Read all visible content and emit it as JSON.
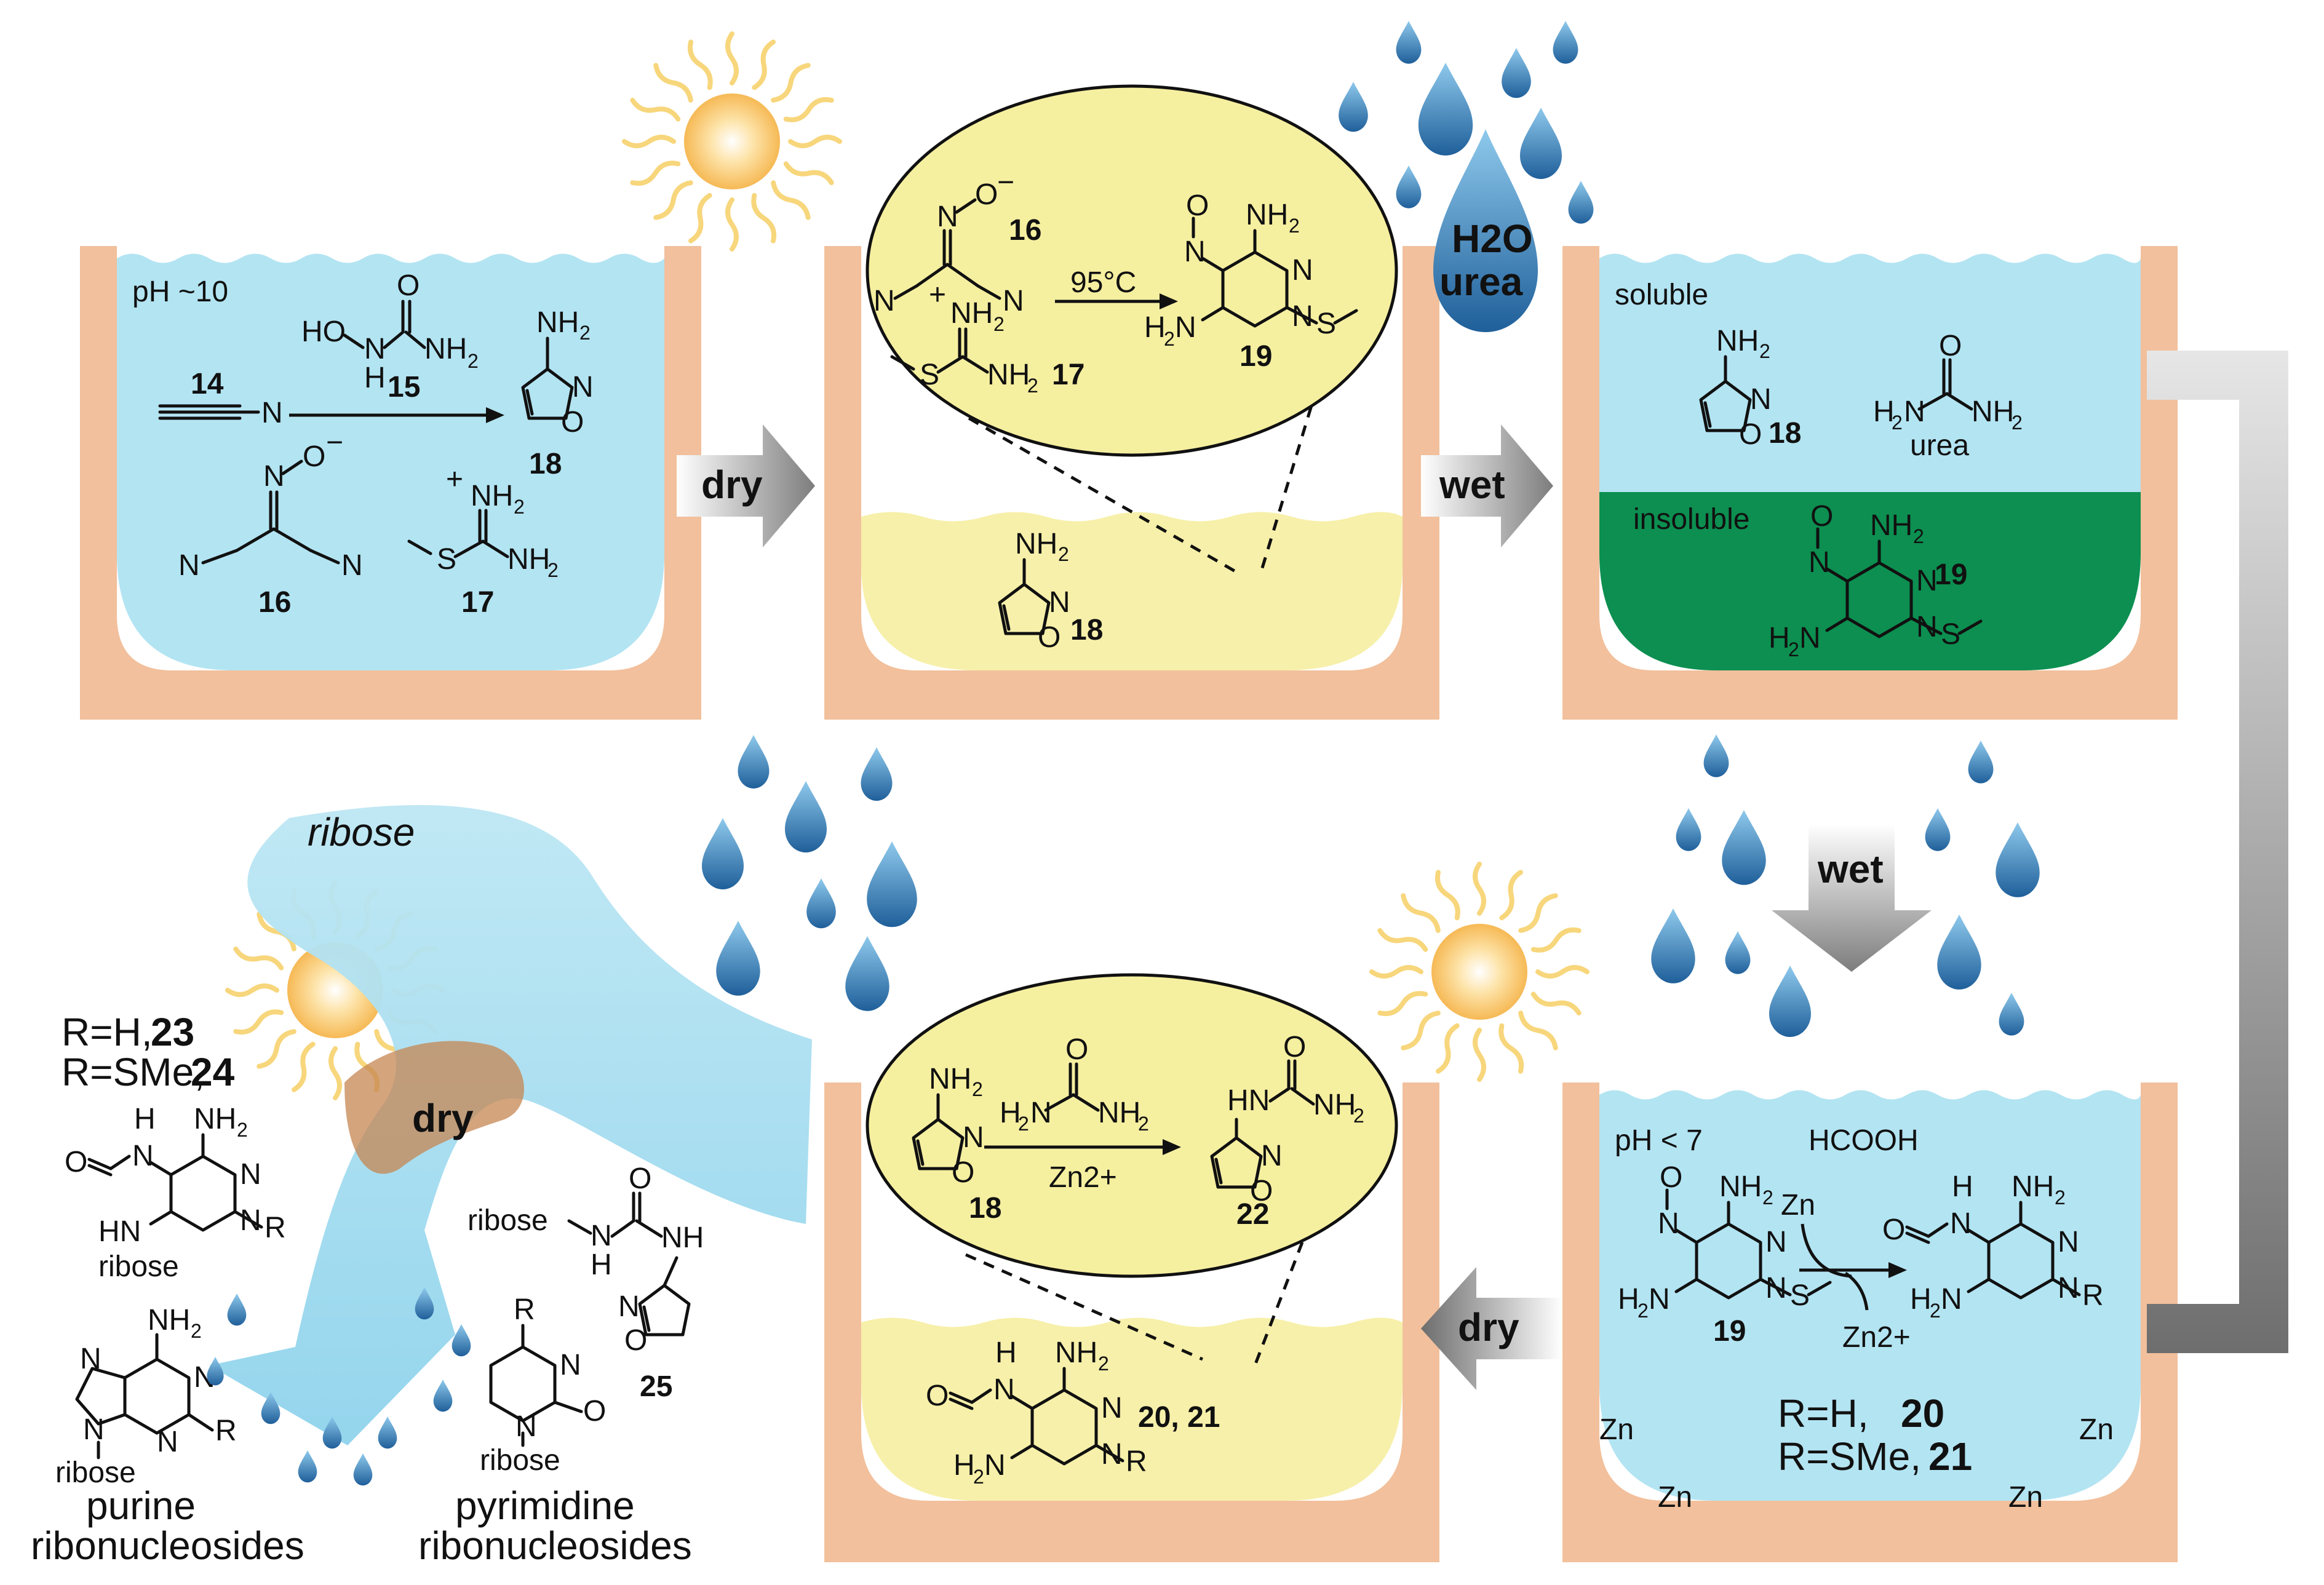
{
  "colors": {
    "water": "#b3e4f2",
    "clay": "#f2c09c",
    "dry_sediment": "#f7f0aa",
    "insoluble_layer": "#0c8f50",
    "zoom_ellipse": "#f5efa0",
    "sun": "#ffd98a",
    "drop": "#3b82b8",
    "arrow_gray": "#8a8a8a"
  },
  "icons": [
    "sun-icon",
    "raindrop-icon",
    "block-arrow-icon"
  ],
  "panel1": {
    "ph": "pH ~10",
    "c14": "14",
    "c15": "15",
    "c16": "16",
    "c17": "17",
    "c18": "18"
  },
  "panel2": {
    "c16": "16",
    "c17": "17",
    "c19": "19",
    "c18": "18",
    "temp": "95°C"
  },
  "panel3": {
    "soluble": "soluble",
    "insoluble": "insoluble",
    "c18": "18",
    "c19": "19",
    "urea": "urea"
  },
  "panel4": {
    "ph": "pH < 7",
    "acid": "HCOOH",
    "zn": "Zn",
    "zn2": "Zn2+",
    "c19": "19",
    "r_h": "R=H,",
    "c20": "20",
    "r_sme": "R=SMe,",
    "c21": "21"
  },
  "panel5": {
    "c18": "18",
    "c22": "22",
    "zn2": "Zn2+",
    "c2021": "20, 21"
  },
  "panel6": {
    "ribose": "ribose",
    "dry": "dry",
    "r_h": "R=H,",
    "c23": "23",
    "r_sme": "R=SMe,",
    "c24": "24",
    "c25": "25",
    "purine": [
      "purine",
      "ribonucleosides"
    ],
    "pyrimidine": [
      "pyrimidine",
      "ribonucleosides"
    ]
  },
  "transitions": {
    "dry1": "dry",
    "wet1": "wet",
    "wet2": "wet",
    "dry2": "dry",
    "rain_h2o": "H2O",
    "rain_urea": "urea"
  }
}
